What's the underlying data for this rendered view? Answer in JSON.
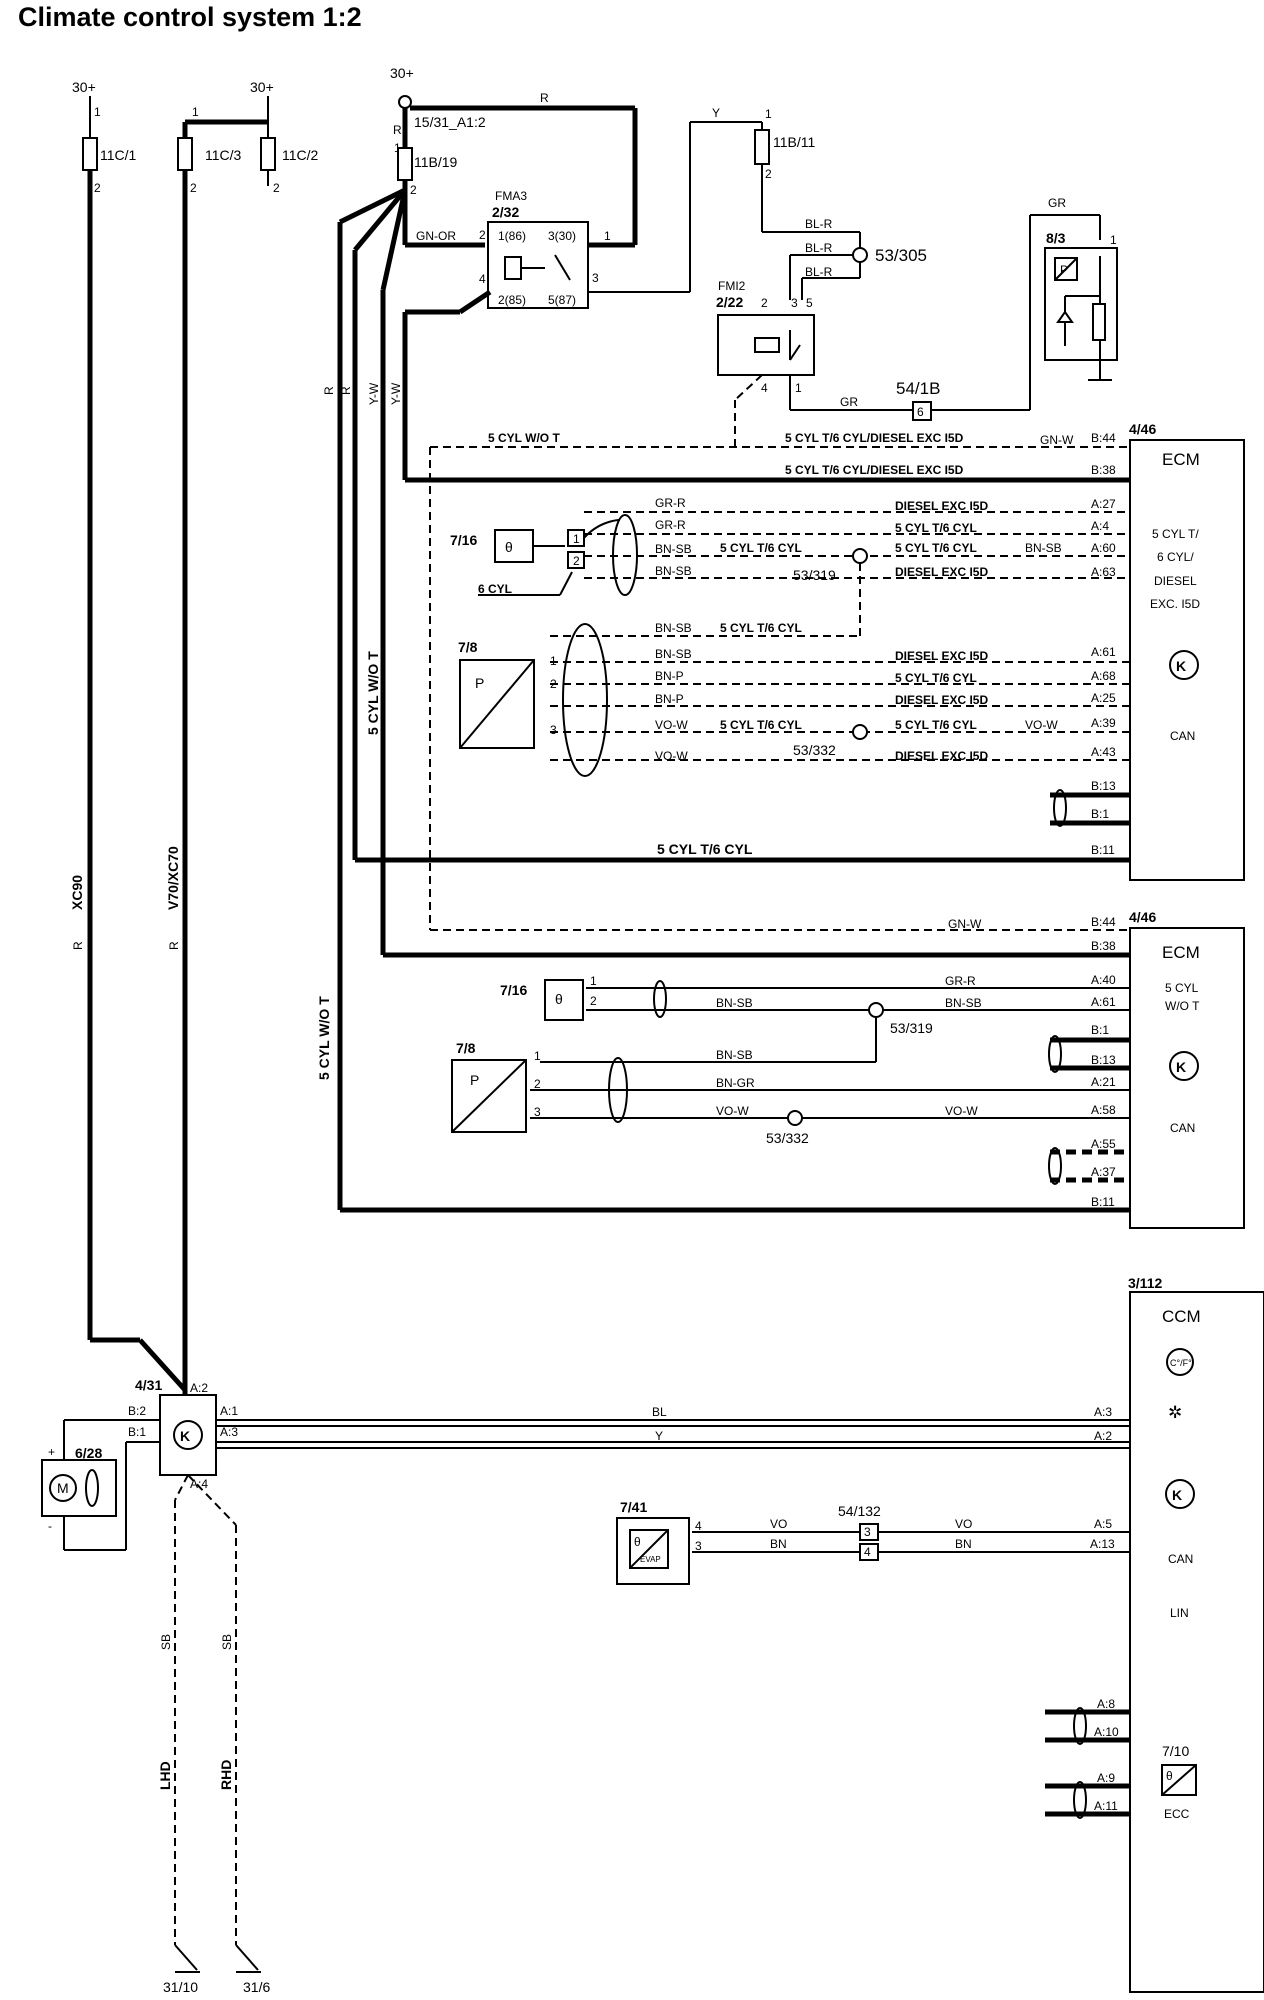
{
  "title": "Climate control system 1:2",
  "supplies": {
    "s1": "30+",
    "s2": "30+",
    "s3": "30+"
  },
  "fuses": {
    "f1": "11C/1",
    "f2": "11C/3",
    "f3": "11C/2",
    "f4": "15/31_A1:2",
    "f5": "11B/19",
    "f6": "11B/11"
  },
  "relays": {
    "fma3": {
      "name": "FMA3",
      "id": "2/32",
      "p1": "1(86)",
      "p2": "2(85)",
      "p3": "3(30)",
      "p5": "5(87)"
    },
    "fmi2": {
      "name": "FMI2",
      "id": "2/22"
    }
  },
  "components": {
    "sensor_8_3": "8/3",
    "conn_54_1b": "54/1B",
    "splice_53_305": "53/305",
    "splice_53_319": "53/319",
    "splice_53_332": "53/332",
    "sensor_7_16": "7/16",
    "sensor_7_8": "7/8",
    "ecm": "4/46",
    "ccm": "3/112",
    "fan_ctrl": "4/31",
    "blower": "6/28",
    "evap": "7/41",
    "conn_54_132": "54/132",
    "ecc": "7/10",
    "gnd1": "31/10",
    "gnd2": "31/6"
  },
  "ecm": {
    "label": "ECM",
    "variant1": [
      "5 CYL T/",
      "6 CYL/",
      "DIESEL",
      "EXC. I5D"
    ],
    "variant2": [
      "5 CYL",
      "W/O T"
    ],
    "can": "CAN"
  },
  "ccm": {
    "label": "CCM",
    "temp_unit": "C°/F°",
    "can": "CAN",
    "lin": "LIN",
    "ecc": "ECC",
    "evap": "EVAP"
  },
  "conditions": {
    "c5_wot": "5 CYL W/O T",
    "c5t6_d": "5 CYL T/6 CYL/DIESEL EXC I5D",
    "c5t6": "5 CYL T/6 CYL",
    "diesel": "DIESEL EXC I5D",
    "c6": "6 CYL",
    "xc90": "XC90",
    "v70": "V70/XC70",
    "lhd": "LHD",
    "rhd": "RHD"
  },
  "colors": {
    "R": "R",
    "Y": "Y",
    "GR": "GR",
    "GN_OR": "GN-OR",
    "BL_R": "BL-R",
    "GN_W": "GN-W",
    "GR_R": "GR-R",
    "BN_SB": "BN-SB",
    "BN_P": "BN-P",
    "VO_W": "VO-W",
    "BN_GR": "BN-GR",
    "BL": "BL",
    "VO": "VO",
    "BN": "BN",
    "SB": "SB",
    "Y_W": "Y-W"
  },
  "pins": {
    "B44": "B:44",
    "B38": "B:38",
    "A27": "A:27",
    "A4": "A:4",
    "A60": "A:60",
    "A63": "A:63",
    "A61": "A:61",
    "A68": "A:68",
    "A25": "A:25",
    "A39": "A:39",
    "A43": "A:43",
    "B13": "B:13",
    "B1": "B:1",
    "B11": "B:11",
    "A40": "A:40",
    "A21": "A:21",
    "A58": "A:58",
    "A55": "A:55",
    "A37": "A:37",
    "A3": "A:3",
    "A2": "A:2",
    "A5": "A:5",
    "A13": "A:13",
    "A8": "A:8",
    "A10": "A:10",
    "A9": "A:9",
    "A11": "A:11",
    "A1": "A:1",
    "B2": "B:2",
    "A4b": "A:4"
  }
}
